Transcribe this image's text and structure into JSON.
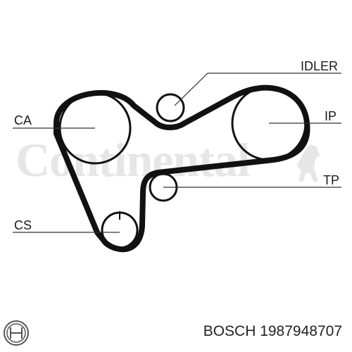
{
  "watermark": {
    "text": "Continental"
  },
  "labels": {
    "idler": "IDLER",
    "ca": "CA",
    "ip": "IP",
    "tp": "TP",
    "cs": "CS"
  },
  "footer": {
    "brand": "BOSCH",
    "part_number": "1987948707",
    "caption": "BOSCH 1987948707"
  },
  "colors": {
    "belt": "#111111",
    "lines": "#333333",
    "watermark": "#e6e6e6"
  }
}
